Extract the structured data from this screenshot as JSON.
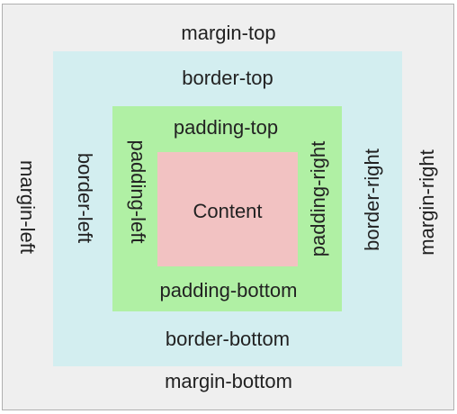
{
  "diagram": {
    "colors": {
      "margin": "#efefef",
      "border": "#d3eef0",
      "padding": "#b0f0a4",
      "content": "#f2c2c2"
    },
    "margin": {
      "top": "margin-top",
      "bottom": "margin-bottom",
      "left": "margin-left",
      "right": "margin-right"
    },
    "border": {
      "top": "border-top",
      "bottom": "border-bottom",
      "left": "border-left",
      "right": "border-right"
    },
    "padding": {
      "top": "padding-top",
      "bottom": "padding-bottom",
      "left": "padding-left",
      "right": "padding-right"
    },
    "content": {
      "label": "Content"
    }
  }
}
